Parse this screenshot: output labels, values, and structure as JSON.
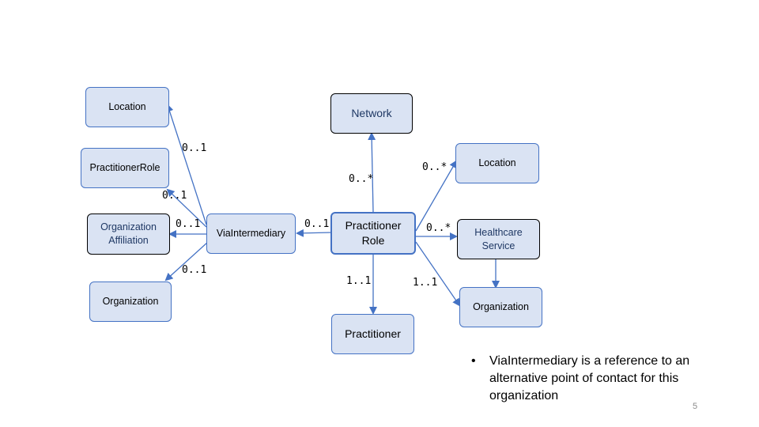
{
  "nodes": {
    "location_left": "Location",
    "practitioner_role_left": "PractitionerRole",
    "organization_affiliation": "Organization\nAffiliation",
    "organization_left": "Organization",
    "via_intermediary": "ViaIntermediary",
    "network": "Network",
    "practitioner_role_main": "Practitioner\nRole",
    "practitioner": "Practitioner",
    "location_right": "Location",
    "healthcare_service": "Healthcare\nService",
    "organization_right": "Organization"
  },
  "multiplicities": {
    "via_to_location": "0..1",
    "via_to_practitioner_role": "0..1",
    "via_to_organization_affiliation": "0..1",
    "via_to_organization": "0..1",
    "role_to_via": "0..1",
    "role_to_network": "0..*",
    "role_to_location": "0..*",
    "role_to_healthcare_service": "0..*",
    "role_to_practitioner": "1..1",
    "role_to_organization": "1..1"
  },
  "note": {
    "bullet": "•",
    "text": "ViaIntermediary is a reference to an alternative point of contact for this organization"
  },
  "page_number": "5",
  "colors": {
    "box_fill": "#dae3f3",
    "box_border": "#4472c4",
    "arrow": "#4472c4",
    "navy_text": "#1f3864"
  }
}
